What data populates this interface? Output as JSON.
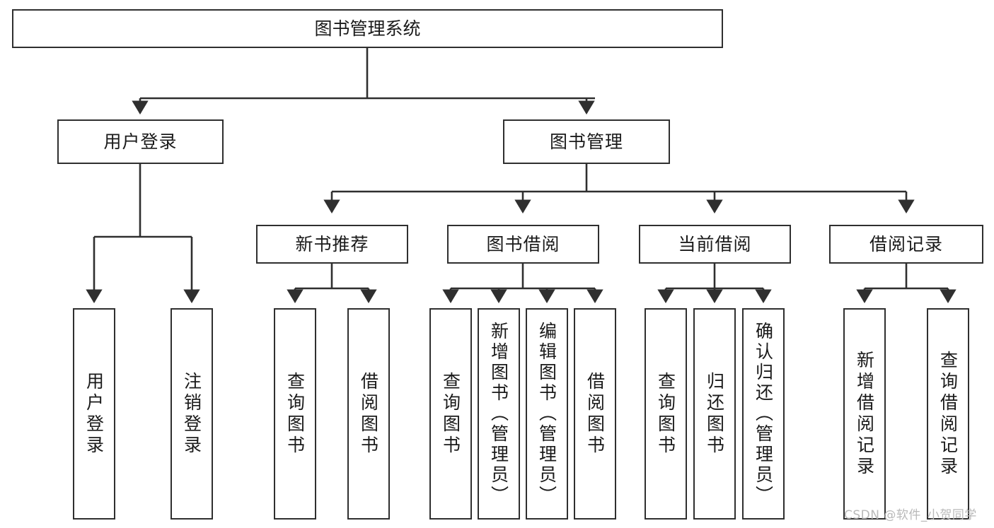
{
  "diagram": {
    "title": "图书管理系统",
    "root": {
      "id": "root",
      "label": "图书管理系统"
    },
    "level2": [
      {
        "id": "user-login",
        "label": "用户登录"
      },
      {
        "id": "book-manage",
        "label": "图书管理"
      }
    ],
    "level3": [
      {
        "id": "new-book-rec",
        "label": "新书推荐"
      },
      {
        "id": "book-borrow",
        "label": "图书借阅"
      },
      {
        "id": "current-borrow",
        "label": "当前借阅"
      },
      {
        "id": "borrow-record",
        "label": "借阅记录"
      }
    ],
    "leaves": [
      {
        "id": "leaf-user-login",
        "label": "用户登录"
      },
      {
        "id": "leaf-logout",
        "label": "注销登录"
      },
      {
        "id": "leaf-query-book-1",
        "label": "查询图书"
      },
      {
        "id": "leaf-borrow-book-1",
        "label": "借阅图书"
      },
      {
        "id": "leaf-query-book-2",
        "label": "查询图书"
      },
      {
        "id": "leaf-add-book",
        "label": "新增图书（管理员）"
      },
      {
        "id": "leaf-edit-book",
        "label": "编辑图书（管理员）"
      },
      {
        "id": "leaf-borrow-book-2",
        "label": "借阅图书"
      },
      {
        "id": "leaf-query-book-3",
        "label": "查询图书"
      },
      {
        "id": "leaf-return-book",
        "label": "归还图书"
      },
      {
        "id": "leaf-confirm-return",
        "label": "确认归还（管理员）"
      },
      {
        "id": "leaf-add-record",
        "label": "新增借阅记录"
      },
      {
        "id": "leaf-query-record",
        "label": "查询借阅记录"
      }
    ],
    "colors": {
      "stroke": "#2f2f2f",
      "fill": "#ffffff",
      "text": "#1a1a1a",
      "watermark": "#b9b9b9"
    }
  },
  "watermark": {
    "text": "CSDN @软件_小贺同学"
  }
}
